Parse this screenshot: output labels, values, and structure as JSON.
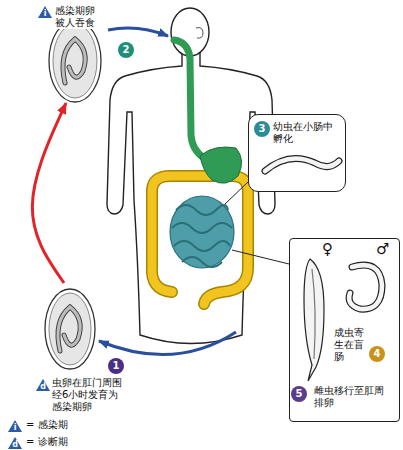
{
  "diagram": {
    "nodes": [
      {
        "text": [
          "感染期卵被人吞食"
        ]
      },
      {
        "text": [
          "幼虫在小肠中孵化"
        ]
      },
      {
        "text": [
          "成虫寄生在盲肠",
          "雌虫移行至肛周排卵"
        ]
      },
      {
        "text": [
          "虫卵在肛门周围经6小时发育为感染期卵"
        ]
      }
    ],
    "edges": [
      {
        "from": 3,
        "to": 0,
        "arrow": "to"
      }
    ],
    "labels": [
      "i",
      "2",
      "3",
      "♀",
      "♂",
      "4",
      "5",
      "1",
      "d",
      "i",
      "d"
    ],
    "legend": [
      {
        "text": "= 感染期"
      },
      {
        "text": "= 诊断期"
      }
    ]
  }
}
